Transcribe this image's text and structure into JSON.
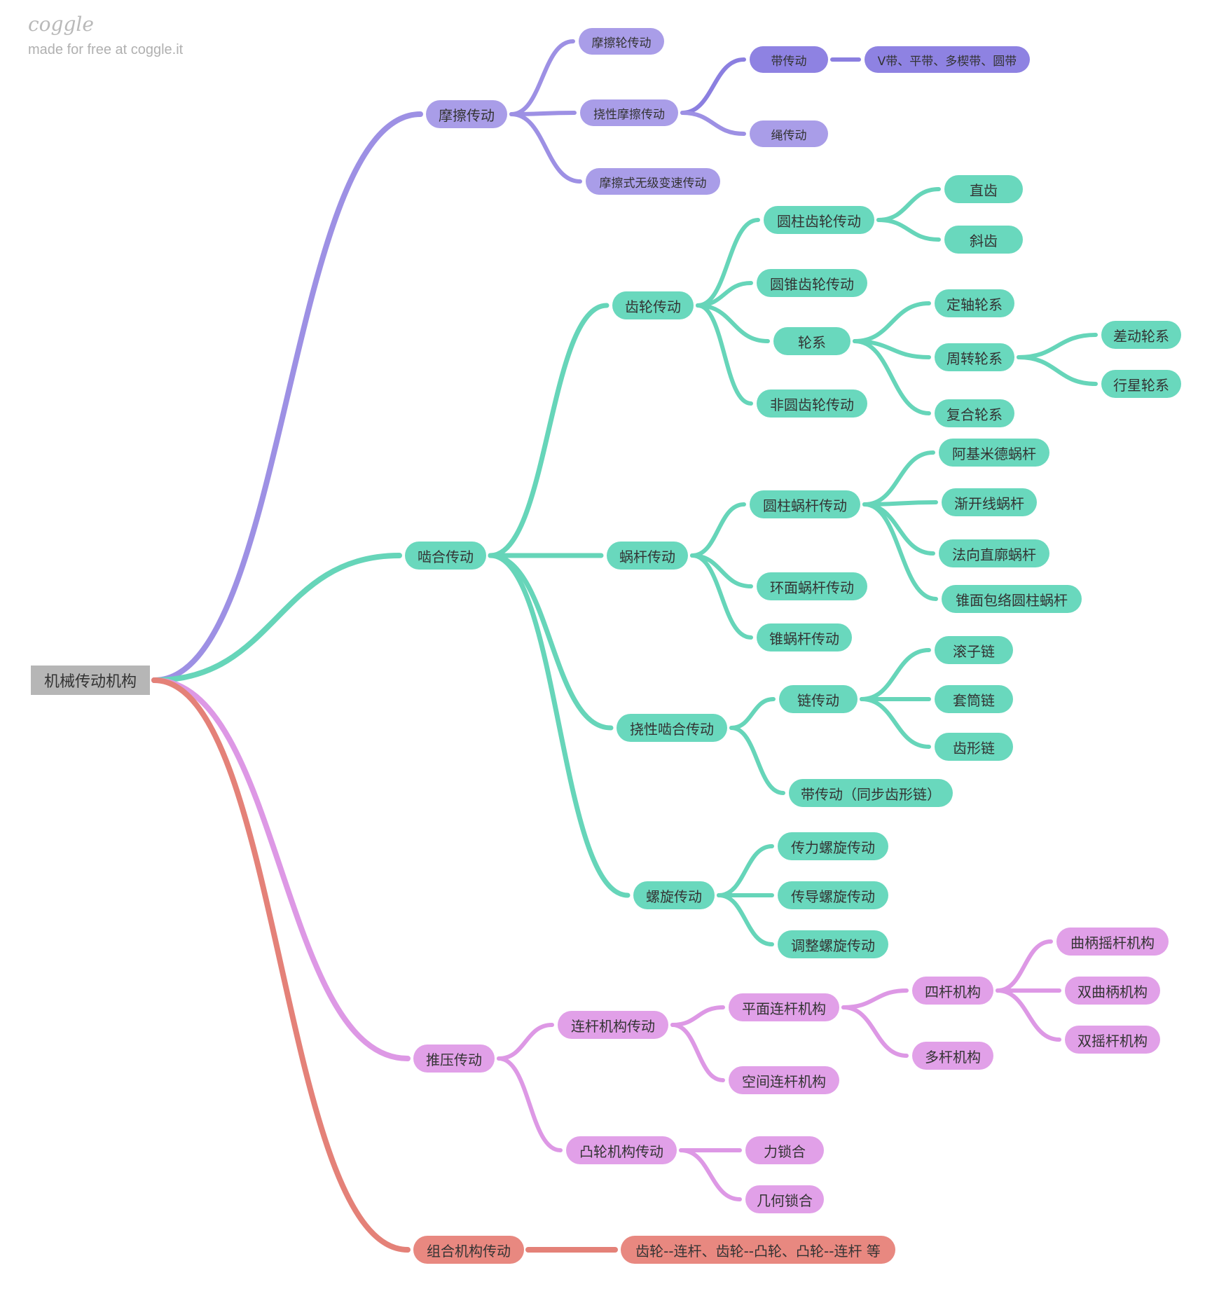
{
  "watermark": {
    "logo": "coggle",
    "text": "made for free at coggle.it"
  },
  "colors": {
    "purple": "#9d90e4",
    "purple_dark": "#8b7fe0",
    "green": "#66d5b9",
    "pink": "#dd98e5",
    "red": "#e48178",
    "root": "#b3b3b3"
  },
  "root": {
    "label": "机械传动机构"
  },
  "branches": {
    "friction": {
      "label": "摩擦传动",
      "friction_wheel": "摩擦轮传动",
      "flexible": "挠性摩擦传动",
      "belt": "带传动",
      "belt_types": "V带、平带、多楔带、圆带",
      "rope": "绳传动",
      "cvt": "摩擦式无级变速传动"
    },
    "mesh": {
      "label": "啮合传动",
      "gear": {
        "label": "齿轮传动",
        "cylindrical": "圆柱齿轮传动",
        "spur": "直齿",
        "helical": "斜齿",
        "bevel": "圆锥齿轮传动",
        "train": "轮系",
        "fixed_axis": "定轴轮系",
        "epicyclic": "周转轮系",
        "differential": "差动轮系",
        "planetary": "行星轮系",
        "compound": "复合轮系",
        "noncircular": "非圆齿轮传动"
      },
      "worm": {
        "label": "蜗杆传动",
        "cylindrical": "圆柱蜗杆传动",
        "archimedes": "阿基米德蜗杆",
        "involute": "渐开线蜗杆",
        "normal_straight": "法向直廓蜗杆",
        "cone_envelope": "锥面包络圆柱蜗杆",
        "toroidal": "环面蜗杆传动",
        "spiroid": "锥蜗杆传动"
      },
      "flexible": {
        "label": "挠性啮合传动",
        "chain": "链传动",
        "roller": "滚子链",
        "bush": "套筒链",
        "silent": "齿形链",
        "sync_belt": "带传动（同步齿形链）"
      },
      "screw": {
        "label": "螺旋传动",
        "power": "传力螺旋传动",
        "lead": "传导螺旋传动",
        "adjust": "调整螺旋传动"
      }
    },
    "push": {
      "label": "推压传动",
      "linkage": {
        "label": "连杆机构传动",
        "planar": "平面连杆机构",
        "four_bar": "四杆机构",
        "crank_rocker": "曲柄摇杆机构",
        "double_crank": "双曲柄机构",
        "double_rocker": "双摇杆机构",
        "multi_bar": "多杆机构",
        "spatial": "空间连杆机构"
      },
      "cam": {
        "label": "凸轮机构传动",
        "force": "力锁合",
        "form": "几何锁合"
      }
    },
    "combo": {
      "label": "组合机构传动",
      "examples": "齿轮--连杆、齿轮--凸轮、凸轮--连杆 等"
    }
  }
}
